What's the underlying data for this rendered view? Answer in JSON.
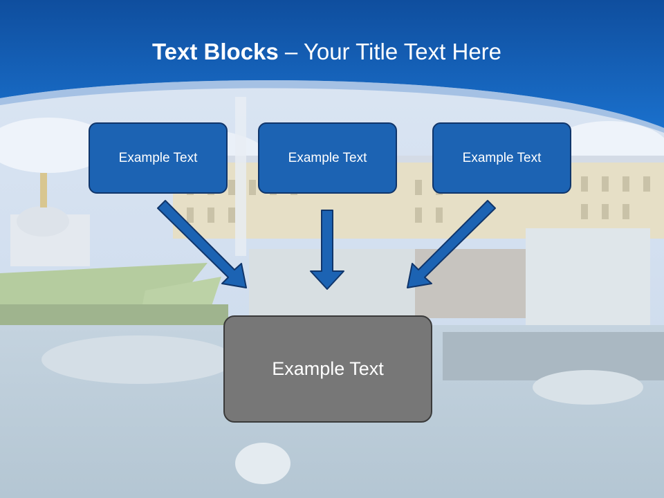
{
  "title": {
    "bold": "Text Blocks",
    "rest": " – Your Title Text Here"
  },
  "blocks": [
    {
      "label": "Example Text"
    },
    {
      "label": "Example Text"
    },
    {
      "label": "Example Text"
    }
  ],
  "target": {
    "label": "Example Text"
  },
  "colors": {
    "header_blue": "#1565c0",
    "block_fill": "#1c63b3",
    "target_fill": "#777777"
  }
}
